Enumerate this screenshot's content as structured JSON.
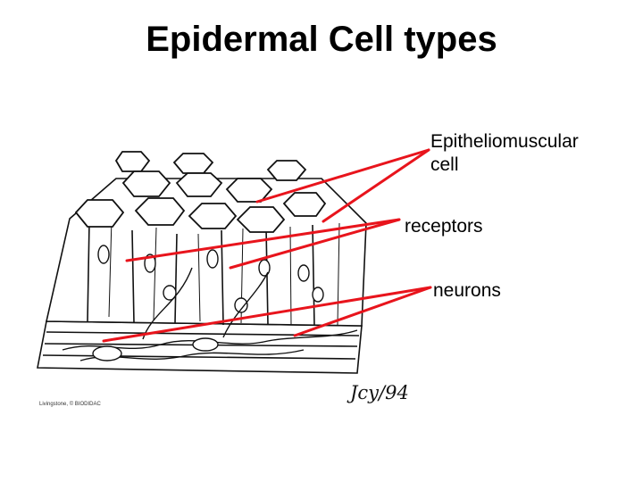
{
  "title": "Epidermal Cell types",
  "labels": {
    "epitheliomuscular": [
      "Epitheliomuscular",
      "cell"
    ],
    "receptors": "receptors",
    "neurons": "neurons"
  },
  "credit": "Livingstone, © BIODIDAC",
  "signature": "Jcy/94",
  "colors": {
    "pointer": "#e8141c",
    "ink": "#111111",
    "background": "#ffffff"
  }
}
